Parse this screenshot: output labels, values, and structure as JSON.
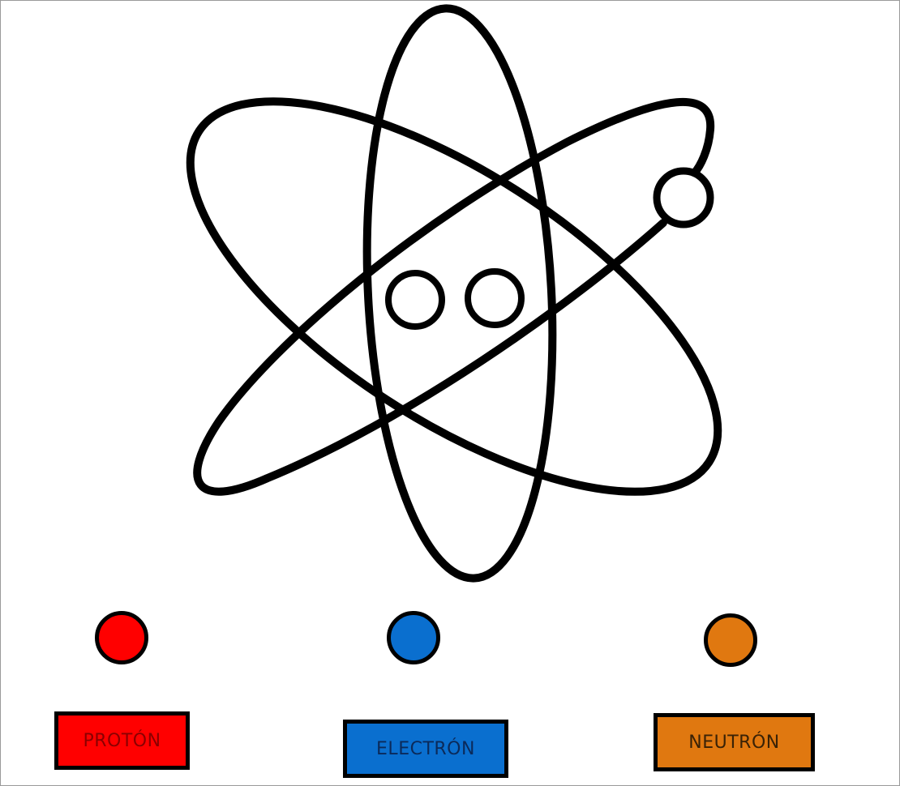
{
  "diagram": {
    "legend": [
      {
        "id": "proton",
        "label": "PROTÓN",
        "color": "#ff0000",
        "text_color": "#8b0000"
      },
      {
        "id": "electron",
        "label": "ELECTRÓN",
        "color": "#0a6fcf",
        "text_color": "#0b2a5a"
      },
      {
        "id": "neutron",
        "label": "NEUTRÓN",
        "color": "#e07810",
        "text_color": "#3a2206"
      }
    ],
    "colors": {
      "outline": "#000000",
      "background": "#ffffff",
      "empty_circle_fill": "#ffffff"
    }
  }
}
